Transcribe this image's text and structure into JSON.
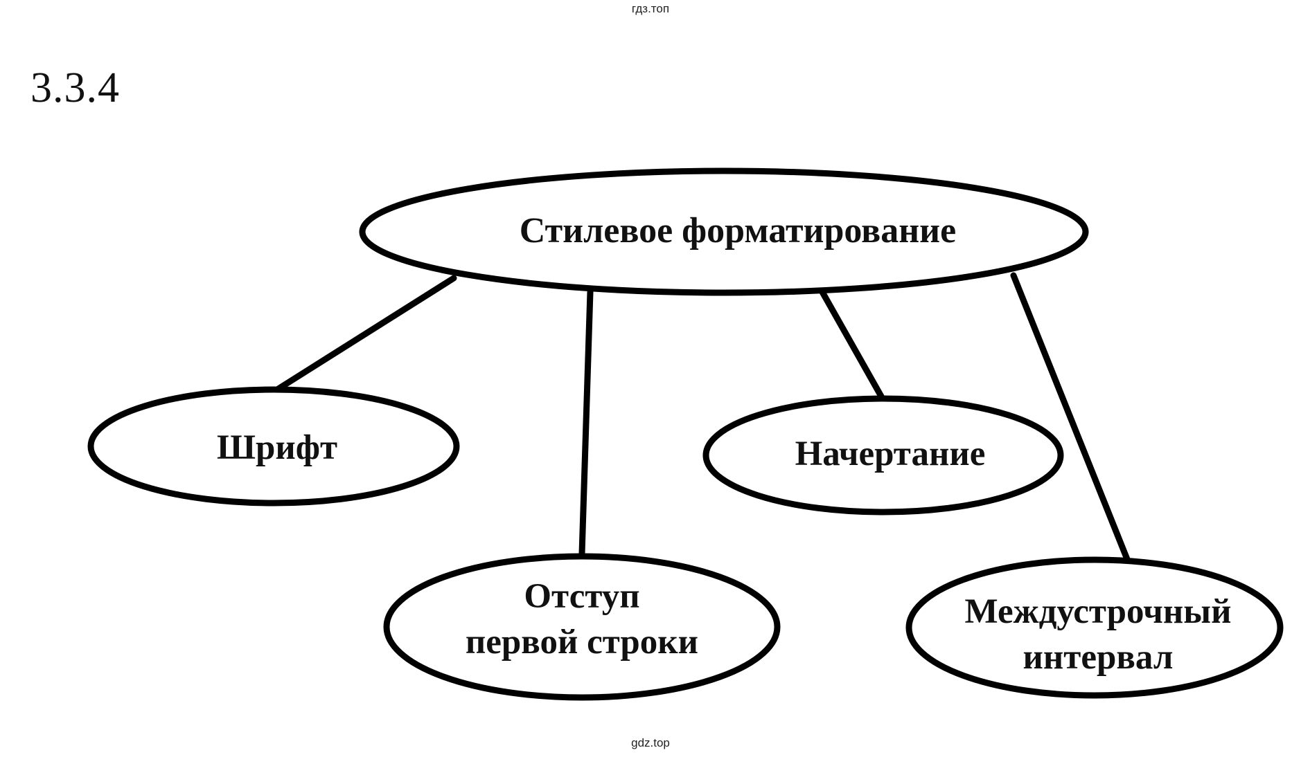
{
  "watermark": {
    "top": "гдз.топ",
    "bottom": "gdz.top"
  },
  "exercise_number": "3.3.4",
  "diagram": {
    "root": {
      "label": "Стилевое форматирование"
    },
    "children": [
      {
        "lines": [
          "Шрифт"
        ]
      },
      {
        "lines": [
          "Отступ",
          "первой строки"
        ]
      },
      {
        "lines": [
          "Начертание"
        ]
      },
      {
        "lines": [
          "Междустрочный",
          "интервал"
        ]
      }
    ],
    "colors": {
      "stroke": "#000000",
      "text": "#111111",
      "background": "#ffffff"
    }
  }
}
